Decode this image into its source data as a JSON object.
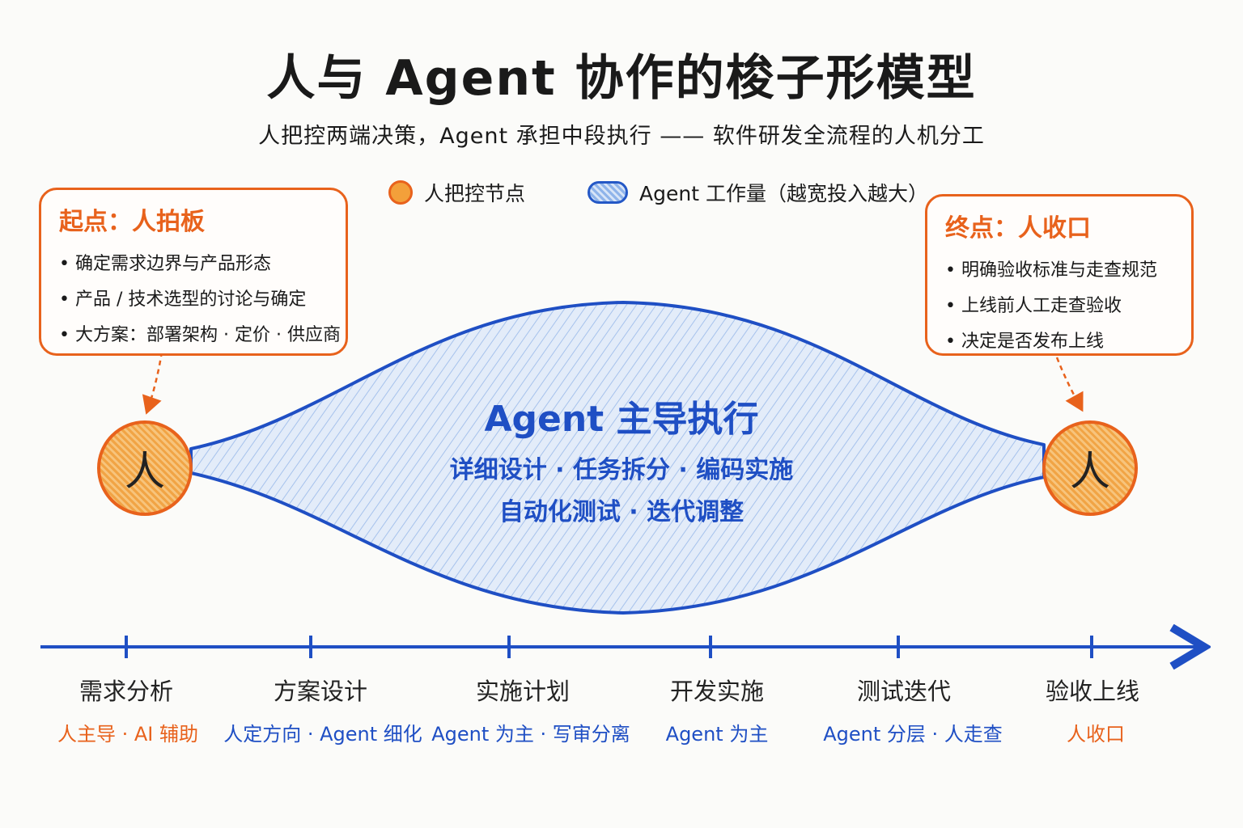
{
  "title": "人与 Agent 协作的梭子形模型",
  "subtitle": "人把控两端决策，Agent 承担中段执行 —— 软件研发全流程的人机分工",
  "legend": {
    "human_node": "人把控节点",
    "agent_workload": "Agent 工作量（越宽投入越大）"
  },
  "start_callout": {
    "title": "起点：人拍板",
    "items": [
      "确定需求边界与产品形态",
      "产品 / 技术选型的讨论与确定",
      "大方案：部署架构 · 定价 · 供应商"
    ]
  },
  "end_callout": {
    "title": "终点：人收口",
    "items": [
      "明确验收标准与走查规范",
      "上线前人工走查验收",
      "决定是否发布上线"
    ]
  },
  "nodes": {
    "left": "人",
    "right": "人"
  },
  "center": {
    "heading": "Agent 主导执行",
    "line1": "详细设计 · 任务拆分 · 编码实施",
    "line2": "自动化测试 · 迭代调整"
  },
  "stages": [
    {
      "name": "需求分析",
      "role": "人主导 · AI 辅助",
      "owner": "human"
    },
    {
      "name": "方案设计",
      "role": "人定方向 · Agent 细化",
      "owner": "agent"
    },
    {
      "name": "实施计划",
      "role": "Agent 为主 · 写审分离",
      "owner": "agent"
    },
    {
      "name": "开发实施",
      "role": "Agent 为主",
      "owner": "agent"
    },
    {
      "name": "测试迭代",
      "role": "Agent 分层 · 人走查",
      "owner": "agent"
    },
    {
      "name": "验收上线",
      "role": "人收口",
      "owner": "human"
    }
  ],
  "colors": {
    "human": "#e8621c",
    "agent": "#1f4fc4",
    "node_fill": "#f3a03a",
    "shuttle_fill": "#dbe7f8"
  }
}
